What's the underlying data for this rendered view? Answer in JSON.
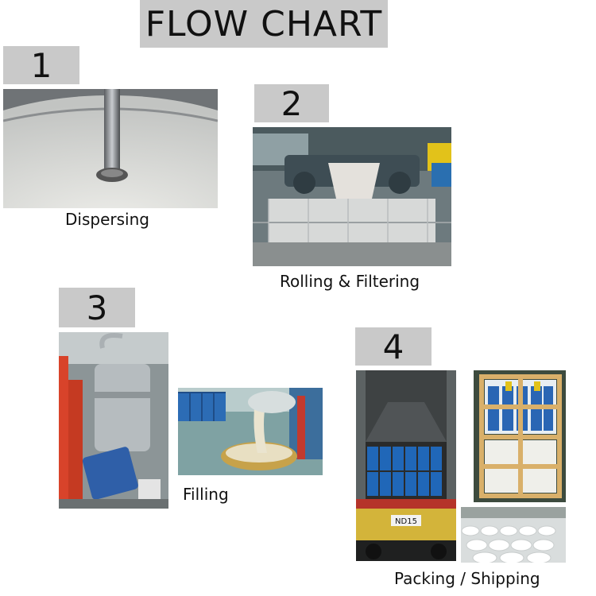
{
  "title": "FLOW CHART",
  "steps": [
    {
      "number": "1",
      "label": "Dispersing"
    },
    {
      "number": "2",
      "label": "Rolling & Filtering"
    },
    {
      "number": "3",
      "label": "Filling"
    },
    {
      "number": "4",
      "label": "Packing / Shipping"
    }
  ],
  "container_plate": "ND15"
}
